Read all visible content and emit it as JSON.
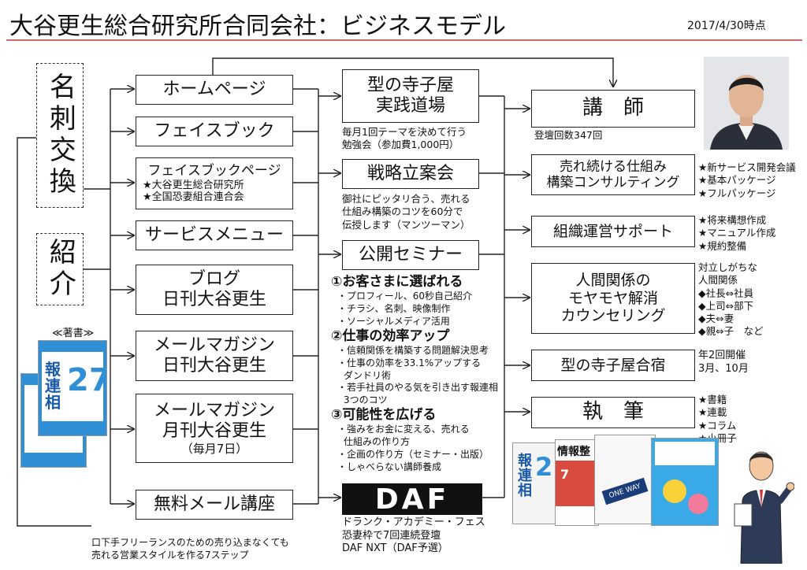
{
  "header": {
    "title": "大谷更生総合研究所合同会社：ビジネスモデル",
    "date": "2017/4/30時点"
  },
  "left": {
    "meishi": "名刺交換",
    "shokai": "紹介",
    "books_label": "≪著書≫"
  },
  "channels": {
    "homepage": "ホームページ",
    "facebook": "フェイスブック",
    "fbpage_title": "フェイスブックページ",
    "fbpage_item1": "★大谷更生総合研究所",
    "fbpage_item2": "★全国恐妻組合連合会",
    "service_menu": "サービスメニュー",
    "blog_line1": "ブログ",
    "blog_line2": "日刊大谷更生",
    "mm_daily_line1": "メールマガジン",
    "mm_daily_line2": "日刊大谷更生",
    "mm_monthly_line1": "メールマガジン",
    "mm_monthly_line2": "月刊大谷更生",
    "mm_monthly_line3": "（毎月7日）",
    "free_course": "無料メール講座",
    "free_course_note1": "口下手フリーランスのための売り込まなくても",
    "free_course_note2": "売れる営業スタイルを作る7ステップ"
  },
  "programs": {
    "terakoya_line1": "型の寺子屋",
    "terakoya_line2": "実践道場",
    "terakoya_note1": "毎月1回テーマを決めて行う",
    "terakoya_note2": "勉強会（参加費1,000円）",
    "senryaku": "戦略立案会",
    "senryaku_note1": "御社にピッタリ合う、売れる",
    "senryaku_note2": "仕組み構築のコツを60分で",
    "senryaku_note3": "伝授します（マンツーマン）",
    "seminar": "公開セミナー",
    "sec1_head": "①お客さまに選ばれる",
    "sec1_b1": "・プロフィール、60秒自己紹介",
    "sec1_b2": "・チラシ、名刺、映像制作",
    "sec1_b3": "・ソーシャルメディア活用",
    "sec2_head": "②仕事の効率アップ",
    "sec2_b1": "・信頼関係を構築する問題解決思考",
    "sec2_b2": "・仕事の効率を33.1%アップする",
    "sec2_b2b": "ダンドリ術",
    "sec2_b3": "・若手社員のやる気を引き出す報連相",
    "sec2_b3b": "3つのコツ",
    "sec3_head": "③可能性を広げる",
    "sec3_b1": "・強みをお金に変える、売れる",
    "sec3_b1b": "仕組みの作り方",
    "sec3_b2": "・企画の作り方（セミナー・出版）",
    "sec3_b3": "・しゃべらない講師養成",
    "daf_logo": "DAF",
    "daf_note1": "ドランク・アカデミー・フェス",
    "daf_note2": "恐妻枠で7回連続登壇",
    "daf_note3": "DAF NXT（DAF予選）"
  },
  "services": {
    "koushi": "講　師",
    "koushi_note": "登壇回数347回",
    "consult_line1": "売れ続ける仕組み",
    "consult_line2": "構築コンサルティング",
    "consult_note1": "★新サービス開発会議",
    "consult_note2": "★基本パッケージ",
    "consult_note3": "★フルパッケージ",
    "soshiki": "組織運営サポート",
    "soshiki_note1": "★将来構想作成",
    "soshiki_note2": "★マニュアル作成",
    "soshiki_note3": "★規約整備",
    "counsel_line1": "人間関係の",
    "counsel_line2": "モヤモヤ解消",
    "counsel_line3": "カウンセリング",
    "counsel_note1": "対立しがちな",
    "counsel_note2": "人間関係",
    "counsel_note3": "◆社長⇔社員",
    "counsel_note4": "◆上司⇔部下",
    "counsel_note5": "◆夫⇔妻",
    "counsel_note6": "◆親⇔子　など",
    "gasshuku": "型の寺子屋合宿",
    "gasshuku_note1": "年2回開催",
    "gasshuku_note2": "3月、10月",
    "shippitsu": "執　筆",
    "shippitsu_note1": "★書籍",
    "shippitsu_note2": "★連載",
    "shippitsu_note3": "★コラム",
    "shippitsu_note4": "★小冊子"
  },
  "books": {
    "b1_num": "27",
    "b1_kanji": "報連相",
    "b2_kanji": "報連相",
    "b2_num": "2",
    "b3_title": "情報整",
    "b3_num": "7",
    "b4_title": "ONE WAY"
  },
  "colors": {
    "title_rule": "#d26a6a",
    "book_blue": "#2f8fd6"
  }
}
